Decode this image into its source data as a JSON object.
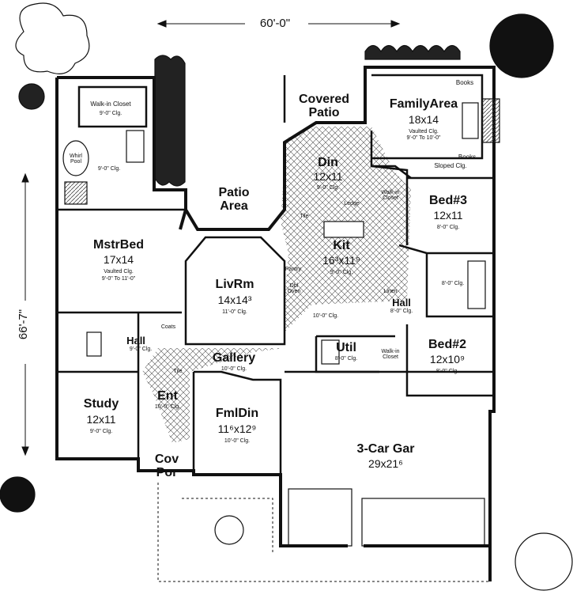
{
  "dimensions": {
    "width": "60'-0\"",
    "depth": "66'-7\""
  },
  "rooms": {
    "covered_patio": {
      "name": "Covered Patio"
    },
    "family_area": {
      "name": "FamilyArea",
      "size": "18x14",
      "ceiling": "Vaulted Clg.",
      "ceiling2": "9'-0\" To 10'-0\""
    },
    "books_top": {
      "name": "Books"
    },
    "books_bottom": {
      "name": "Books"
    },
    "sloped_clg": {
      "name": "Sloped Clg."
    },
    "din": {
      "name": "Din",
      "size": "12x11",
      "ceiling": "9'-0\" Clg."
    },
    "patio_area": {
      "name": "Patio Area"
    },
    "walkin_closet_master": {
      "name": "Walk-in Closet",
      "ceiling": "9'-0\" Clg."
    },
    "whirl_pool": {
      "name": "Whirl Pool"
    },
    "master_bath_clg": {
      "ceiling": "9'-0\" Clg."
    },
    "mstr_bed": {
      "name": "MstrBed",
      "size": "17x14",
      "ceiling": "Vaulted Clg.",
      "ceiling2": "9'-0\" To 11'-0\""
    },
    "walkin_closet_bed3": {
      "name": "Walk-in Closet"
    },
    "bed3": {
      "name": "Bed#3",
      "size": "12x11",
      "ceiling": "8'-0\" Clg."
    },
    "ledge": {
      "name": "Ledge"
    },
    "tile_kit": {
      "name": "Tile"
    },
    "kit": {
      "name": "Kit",
      "size": "16³x11⁹",
      "ceiling": "9'-0\" Clg."
    },
    "pantry": {
      "name": "Pantry"
    },
    "dbl_oven": {
      "name": "Dbl Oven"
    },
    "linen": {
      "name": "Linen"
    },
    "bath2_clg": {
      "ceiling": "8'-0\" Clg."
    },
    "liv_rm": {
      "name": "LivRm",
      "size": "14x14³",
      "ceiling": "11'-0\" Clg."
    },
    "coats": {
      "name": "Coats"
    },
    "hall_left": {
      "name": "Hall",
      "ceiling": "9'-0\" Clg."
    },
    "hall_right": {
      "name": "Hall",
      "ceiling": "8'-0\" Clg."
    },
    "hall_center_clg": {
      "ceiling": "10'-0\" Clg."
    },
    "util": {
      "name": "Util",
      "ceiling": "8'-0\" Clg."
    },
    "walkin_closet_bed2": {
      "name": "Walk-in Closet"
    },
    "bed2": {
      "name": "Bed#2",
      "size": "12x10⁹",
      "ceiling": "8'-0\" Clg."
    },
    "gallery": {
      "name": "Gallery",
      "ceiling": "10'-0\" Clg."
    },
    "tile_ent": {
      "name": "Tile"
    },
    "ent": {
      "name": "Ent",
      "ceiling": "10'-0\" Clg."
    },
    "study": {
      "name": "Study",
      "size": "12x11",
      "ceiling": "9'-0\" Clg."
    },
    "fml_din": {
      "name": "FmlDin",
      "size": "11⁶x12⁹",
      "ceiling": "10'-0\" Clg."
    },
    "garage": {
      "name": "3-Car Gar",
      "size": "29x21⁶"
    },
    "gov_por": {
      "name": "Cov Por"
    }
  }
}
